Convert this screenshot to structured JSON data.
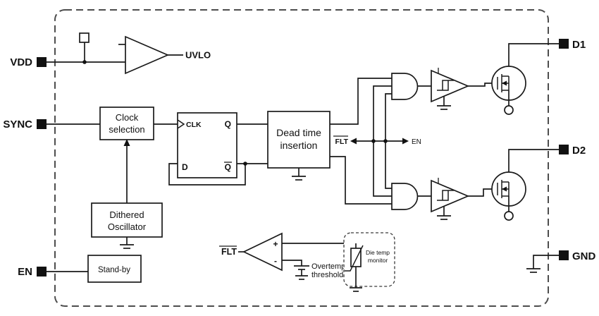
{
  "pins": {
    "vdd": "VDD",
    "sync": "SYNC",
    "en": "EN",
    "d1": "D1",
    "d2": "D2",
    "gnd": "GND"
  },
  "blocks": {
    "uvlo": "UVLO",
    "clock_selection": [
      "Clock",
      "selection"
    ],
    "flip_flop": {
      "clk": "CLK",
      "q": "Q",
      "d": "D",
      "q_bar": "Q"
    },
    "dead_time": [
      "Dead time",
      "insertion"
    ],
    "dithered_oscillator": [
      "Dithered",
      "Oscillator"
    ],
    "standby": "Stand-by",
    "die_temp_monitor": [
      "Die temp",
      "monitor"
    ],
    "overtemp_threshold": [
      "Overtemp",
      "threshold"
    ]
  },
  "signals": {
    "flt_gate": "FLT",
    "en_gate": "EN",
    "flt_output": "FLT",
    "comparator_plus": "+",
    "comparator_minus": "-"
  },
  "colors": {
    "line": "#1a1a1a",
    "chip_border": "#4d4d4d",
    "pin": "#111111",
    "background": "#ffffff"
  }
}
